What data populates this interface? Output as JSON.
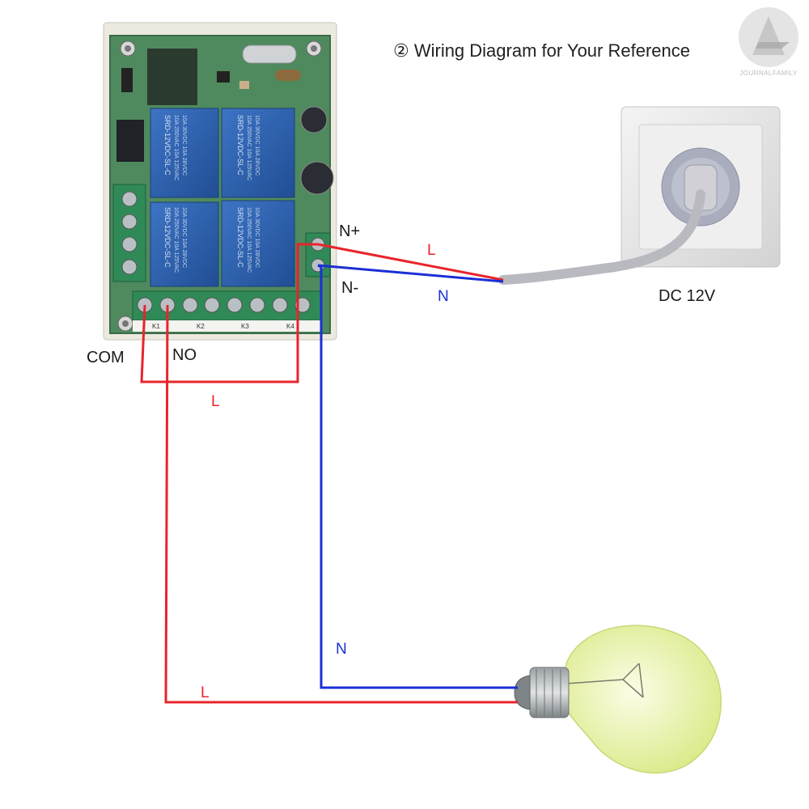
{
  "title": "② Wiring Diagram for Your Reference",
  "watermark": {
    "logo_icon": "journalfamily-logo-icon",
    "logo_lettering": "Journalfamily",
    "text": "JOURNALFAMILY"
  },
  "colors": {
    "live_wire": "#e8242b",
    "neutral_wire": "#1b2fd6",
    "pcb": "#4f8a5e",
    "relay": "#2a5dab",
    "terminal": "#2f8a57",
    "socket": "#e6e6e6",
    "bulb": "#e9f3a6"
  },
  "board": {
    "relay_labels": [
      "SRD-12VDC-SL-C",
      "SRD-12VDC-SL-C",
      "SRD-12VDC-SL-C",
      "SRD-12VDC-SL-C"
    ],
    "relay_ratings": [
      "10A 250VAC 10A 125VAC",
      "10A 30VDC 10A 28VDC"
    ],
    "terminal_labels": [
      "K1",
      "K2",
      "K3",
      "K4"
    ]
  },
  "labels": {
    "n_plus": "N+",
    "n_minus": "N-",
    "com": "COM",
    "no": "NO",
    "power_supply": "DC 12V",
    "wire_live_top": "L",
    "wire_neutral_top": "N",
    "wire_live_middle": "L",
    "wire_neutral_bottom": "N",
    "wire_live_bottom": "L"
  }
}
